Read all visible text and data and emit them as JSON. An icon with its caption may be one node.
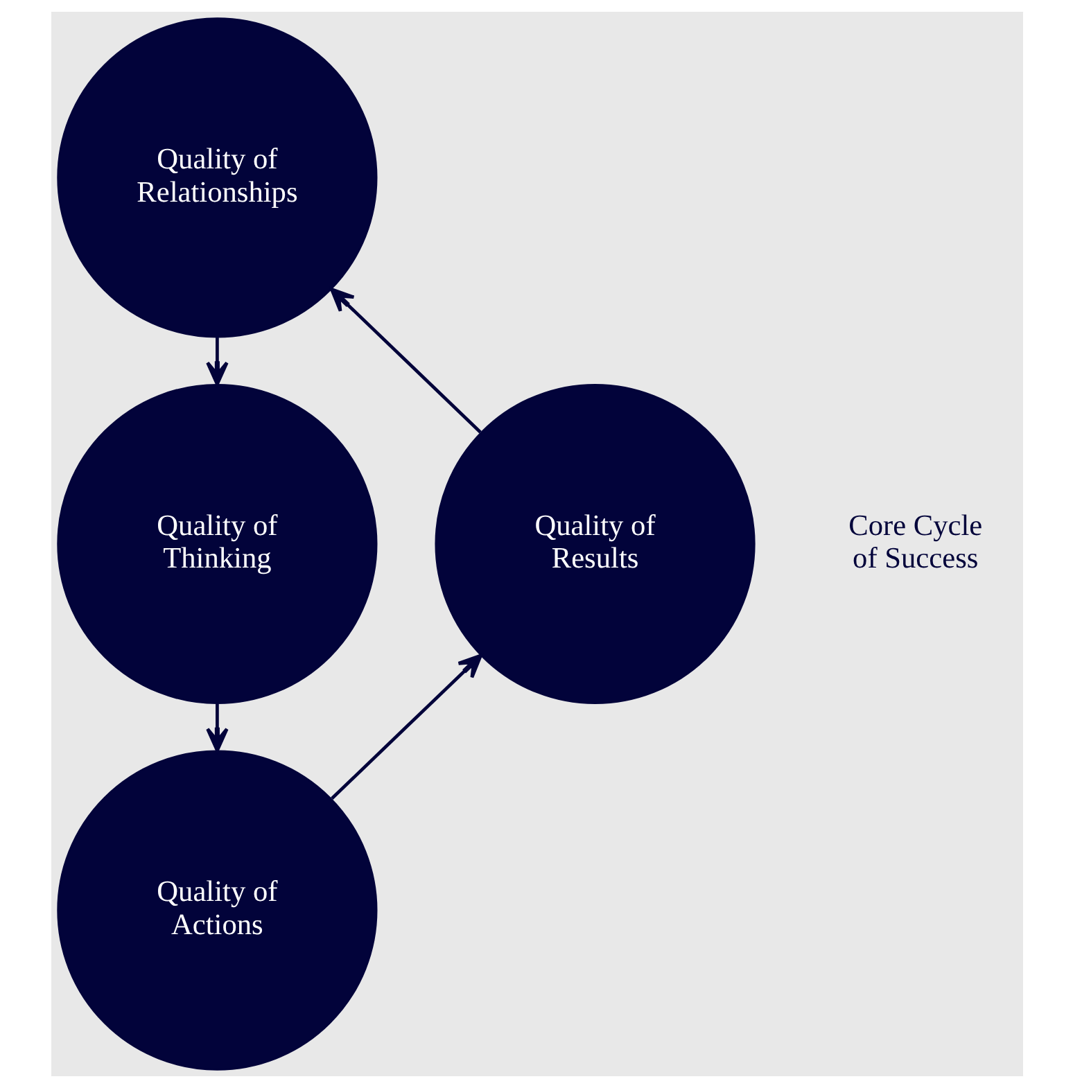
{
  "diagram": {
    "nodes": [
      {
        "text": [
          "Quality of Relationships"
        ]
      },
      {
        "text": [
          "Quality of Thinking"
        ]
      },
      {
        "text": [
          "Quality of Actions"
        ]
      },
      {
        "text": [
          "Quality of Results"
        ]
      }
    ],
    "edges": [
      {
        "from": 0,
        "to": 1,
        "arrow": "to"
      },
      {
        "from": 1,
        "to": 2,
        "arrow": "to"
      },
      {
        "from": 2,
        "to": 3,
        "arrow": "to"
      },
      {
        "from": 3,
        "to": 0,
        "arrow": "to"
      }
    ],
    "labels": [
      "Core Cycle of Success"
    ]
  }
}
